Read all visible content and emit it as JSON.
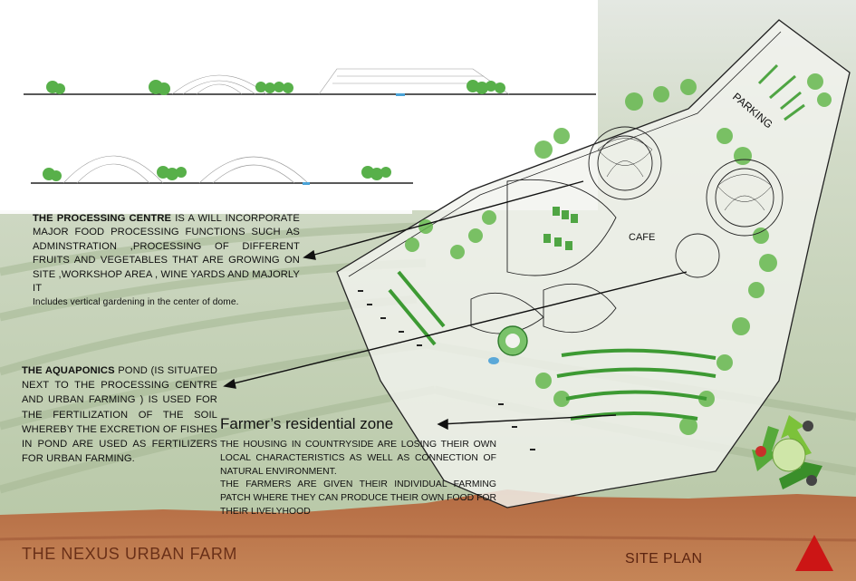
{
  "colors": {
    "soil": "#b0623a",
    "field_green": "#9ab283",
    "tree_green": "#4a9e3a",
    "text": "#111111",
    "title_brown": "#6a3018",
    "marker_red": "#cc1515"
  },
  "processing": {
    "heading": "THE PROCESSING CENTRE",
    "body": "IS A WILL INCORPORATE MAJOR FOOD PROCESSING FUNCTIONS SUCH AS ADMINSTRATION ,PROCESSING OF DIFFERENT FRUITS AND VEGETABLES THAT ARE GROWING ON SITE ,WORKSHOP AREA , WINE YARDS AND MAJORLY IT",
    "tail": "Includes vertical gardening in the center of dome."
  },
  "aquaponics": {
    "heading": "THE AQUAPONICS",
    "body": "POND (IS SITUATED NEXT TO THE PROCESSING CENTRE AND URBAN FARMING ) IS USED FOR THE FERTILIZATION OF THE SOIL WHEREBY THE EXCRETION OF FISHES IN POND ARE USED AS FERTILIZERS FOR URBAN FARMING."
  },
  "farmer_zone": {
    "heading": "Farmer’s residential zone",
    "body1": "THE HOUSING IN COUNTRYSIDE ARE LOSING THEIR OWN LOCAL CHARACTERISTICS AS WELL AS CONNECTION OF NATURAL ENVIRONMENT.",
    "body2": "THE FARMERS ARE GIVEN THEIR INDIVIDUAL FARMING PATCH WHERE THEY CAN PRODUCE THEIR OWN FOOD FOR THEIR LIVELYHOOD"
  },
  "labels": {
    "parking": "PARKING",
    "cafe": "CAFE"
  },
  "footer": {
    "project_title": "THE NEXUS URBAN FARM",
    "sheet_title": "SITE PLAN"
  },
  "logo_icons": [
    "recycle-arrow-icon",
    "globe-icon",
    "fish-icon",
    "plant-icon",
    "house-icon"
  ]
}
